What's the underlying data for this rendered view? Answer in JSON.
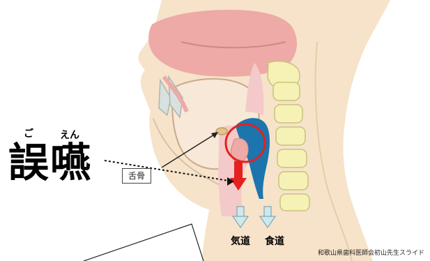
{
  "title": {
    "furigana_1": "ご",
    "furigana_2": "えん",
    "kanji": "誤嚥"
  },
  "labels": {
    "hyoid": "舌骨",
    "trachea": "気道",
    "esophagus": "食道"
  },
  "credit": "和歌山県歯科医師会初山先生スライド",
  "colors": {
    "skin": "#f6e3ca",
    "nasal_pink": "#eeaaa6",
    "airway_blue": "#1c75ad",
    "vertebra_yellow": "#f6f1b5",
    "red_arrow": "#e5201f",
    "red_circle": "#e5201f",
    "flow_arrow": "#cde9ee"
  }
}
